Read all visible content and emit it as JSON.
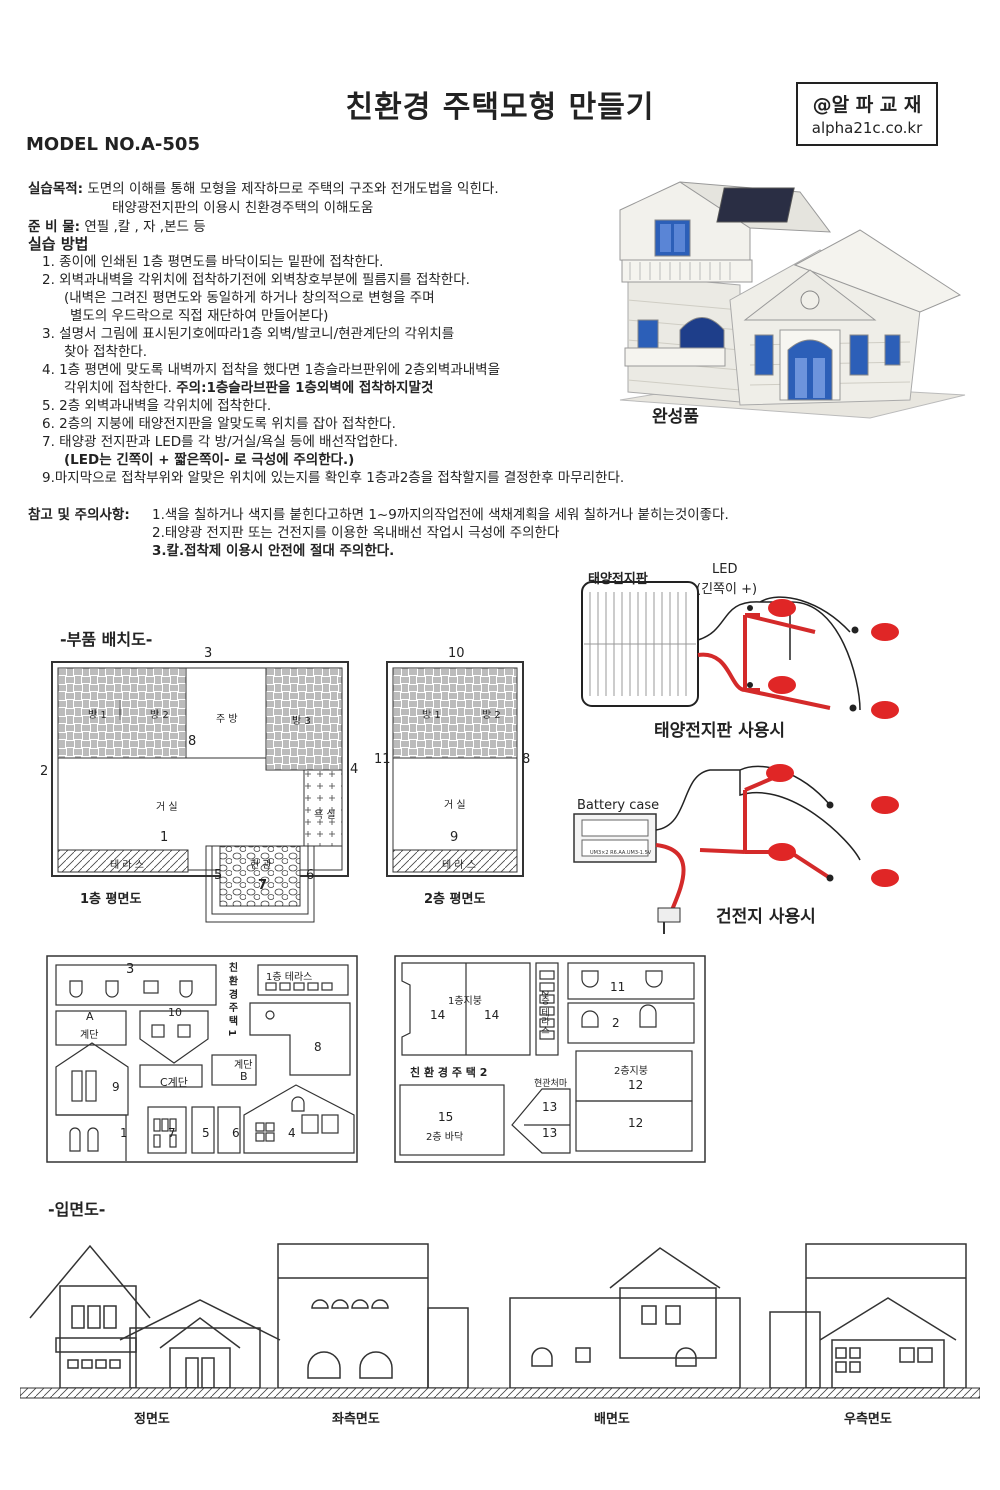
{
  "header": {
    "title": "친환경 주택모형 만들기",
    "brand_line1": "@알 파 교 재",
    "brand_line2": "alpha21c.co.kr",
    "model": "MODEL NO.A-505"
  },
  "purpose": {
    "label": "실습목적:",
    "line1": "도면의 이해를 통해 모형을 제작하므로 주택의 구조와 전개도법을 익힌다.",
    "line2": "태양광전지판의 이용시 친환경주택의 이해도움"
  },
  "materials": {
    "label": "준 비 물:",
    "text": "연필 ,칼 , 자 ,본드 등"
  },
  "method": {
    "label": "실습 방법",
    "lines": [
      "1. 종이에 인쇄된 1층 평면도를 바닥이되는 밑판에 접착한다.",
      "2. 외벽과내벽을 각위치에 접착하기전에 외벽창호부분에 필름지를 접착한다.",
      "(내벽은 그려진 평면도와 동일하게 하거나 창의적으로 변형을 주며",
      "별도의 우드락으로 직접 재단하여 만들어본다)",
      "3. 설명서 그림에 표시된기호에따라1층 외벽/발코니/현관계단의 각위치를",
      "찾아 접착한다.",
      "4. 1층 평면에 맞도록 내벽까지 접착을 했다면 1층슬라브판위에 2층외벽과내벽을",
      "각위치에 접착한다.",
      "주의:1층슬라브판을 1층외벽에 접착하지말것",
      "5. 2층 외벽과내벽을 각위치에 접착한다.",
      "6. 2층의 지붕에 태양전지판을 알맞도록 위치를 잡아 접착한다.",
      "7. 태양광 전지판과 LED를 각 방/거실/욕실 등에 배선작업한다.",
      "(LED는 긴쪽이 + 짧은쪽이- 로 극성에 주의한다.)",
      "9.마지막으로 접착부위와 알맞은 위치에 있는지를 확인후 1층과2층을 접착할지를 결정한후 마무리한다."
    ]
  },
  "notes": {
    "label": "참고 및 주의사항:",
    "lines": [
      "1.색을 칠하거나 색지를 붙힌다고하면 1~9까지의작업전에 색채계획을 세워 칠하거나 붙히는것이좋다.",
      "2.태양광 전지판 또는 건전지를 이용한 옥내배선 작업시 극성에 주의한다",
      "3.칼.접착제 이용시 안전에 절대 주의한다."
    ]
  },
  "photo": {
    "caption": "완성품"
  },
  "layout_section": {
    "title": "-부품 배치도-"
  },
  "floor1": {
    "caption": "1층 평면도",
    "rooms": [
      "방 1",
      "방 2",
      "주 방",
      "방 3",
      "거 실",
      "욕 실",
      "테 라 스",
      "현 관"
    ],
    "numbers": [
      "3",
      "2",
      "8",
      "4",
      "1",
      "5",
      "7",
      "6"
    ]
  },
  "floor2": {
    "caption": "2층 평면도",
    "rooms": [
      "방 1",
      "방 2",
      "거 실",
      "테 라 스"
    ],
    "numbers": [
      "10",
      "11",
      "8",
      "9"
    ]
  },
  "wiring": {
    "solar_label": "태양전지판",
    "led_label": "LED",
    "led_note": "(긴쪽이 +)",
    "solar_caption": "태양전지판 사용시",
    "battery_label": "Battery case",
    "battery_caption": "건전지 사용시",
    "battery_text": "UM3×2 R6.AA.UM3-1.5V"
  },
  "sheet1": {
    "labels": [
      "3",
      "1층 테라스",
      "친 환 경 주 택 1",
      "A",
      "계단",
      "10",
      "8",
      "계단",
      "B",
      "C계단",
      "9",
      "1",
      "7",
      "5",
      "6",
      "4"
    ]
  },
  "sheet2": {
    "labels": [
      "1층지붕",
      "14",
      "14",
      "2층 테라스",
      "11",
      "2",
      "친 환 경 주 택 2",
      "현관처마",
      "2층지붕",
      "12",
      "15",
      "2층 바닥",
      "13",
      "13",
      "12"
    ]
  },
  "elevation": {
    "title": "-입면도-",
    "captions": [
      "정면도",
      "좌측면도",
      "배면도",
      "우측면도"
    ]
  }
}
